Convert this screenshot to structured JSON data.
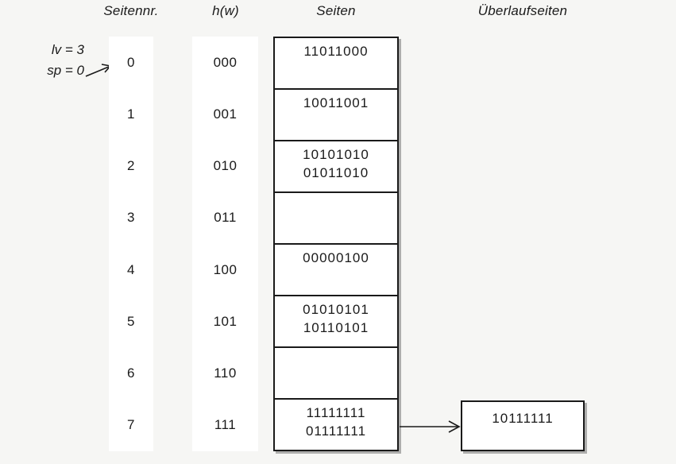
{
  "headers": {
    "seitennr": "Seitennr.",
    "hw": "h(w)",
    "seiten": "Seiten",
    "ueberlauf": "Überlaufseiten"
  },
  "annotation": {
    "line1": "lv = 3",
    "line2": "sp = 0"
  },
  "rows": [
    {
      "nr": "0",
      "hw": "000",
      "values": [
        "11011000"
      ]
    },
    {
      "nr": "1",
      "hw": "001",
      "values": [
        "10011001"
      ]
    },
    {
      "nr": "2",
      "hw": "010",
      "values": [
        "10101010",
        "01011010"
      ]
    },
    {
      "nr": "3",
      "hw": "011",
      "values": []
    },
    {
      "nr": "4",
      "hw": "100",
      "values": [
        "00000100"
      ]
    },
    {
      "nr": "5",
      "hw": "101",
      "values": [
        "01010101",
        "10110101"
      ]
    },
    {
      "nr": "6",
      "hw": "110",
      "values": []
    },
    {
      "nr": "7",
      "hw": "111",
      "values": [
        "11111111",
        "01111111"
      ]
    }
  ],
  "overflow": {
    "attached_to_row": "7",
    "values": [
      "10111111"
    ]
  },
  "colors": {
    "background": "#f6f6f4",
    "box_background": "#ffffff",
    "line": "#1a1a1a",
    "text": "#1a1a1a"
  }
}
